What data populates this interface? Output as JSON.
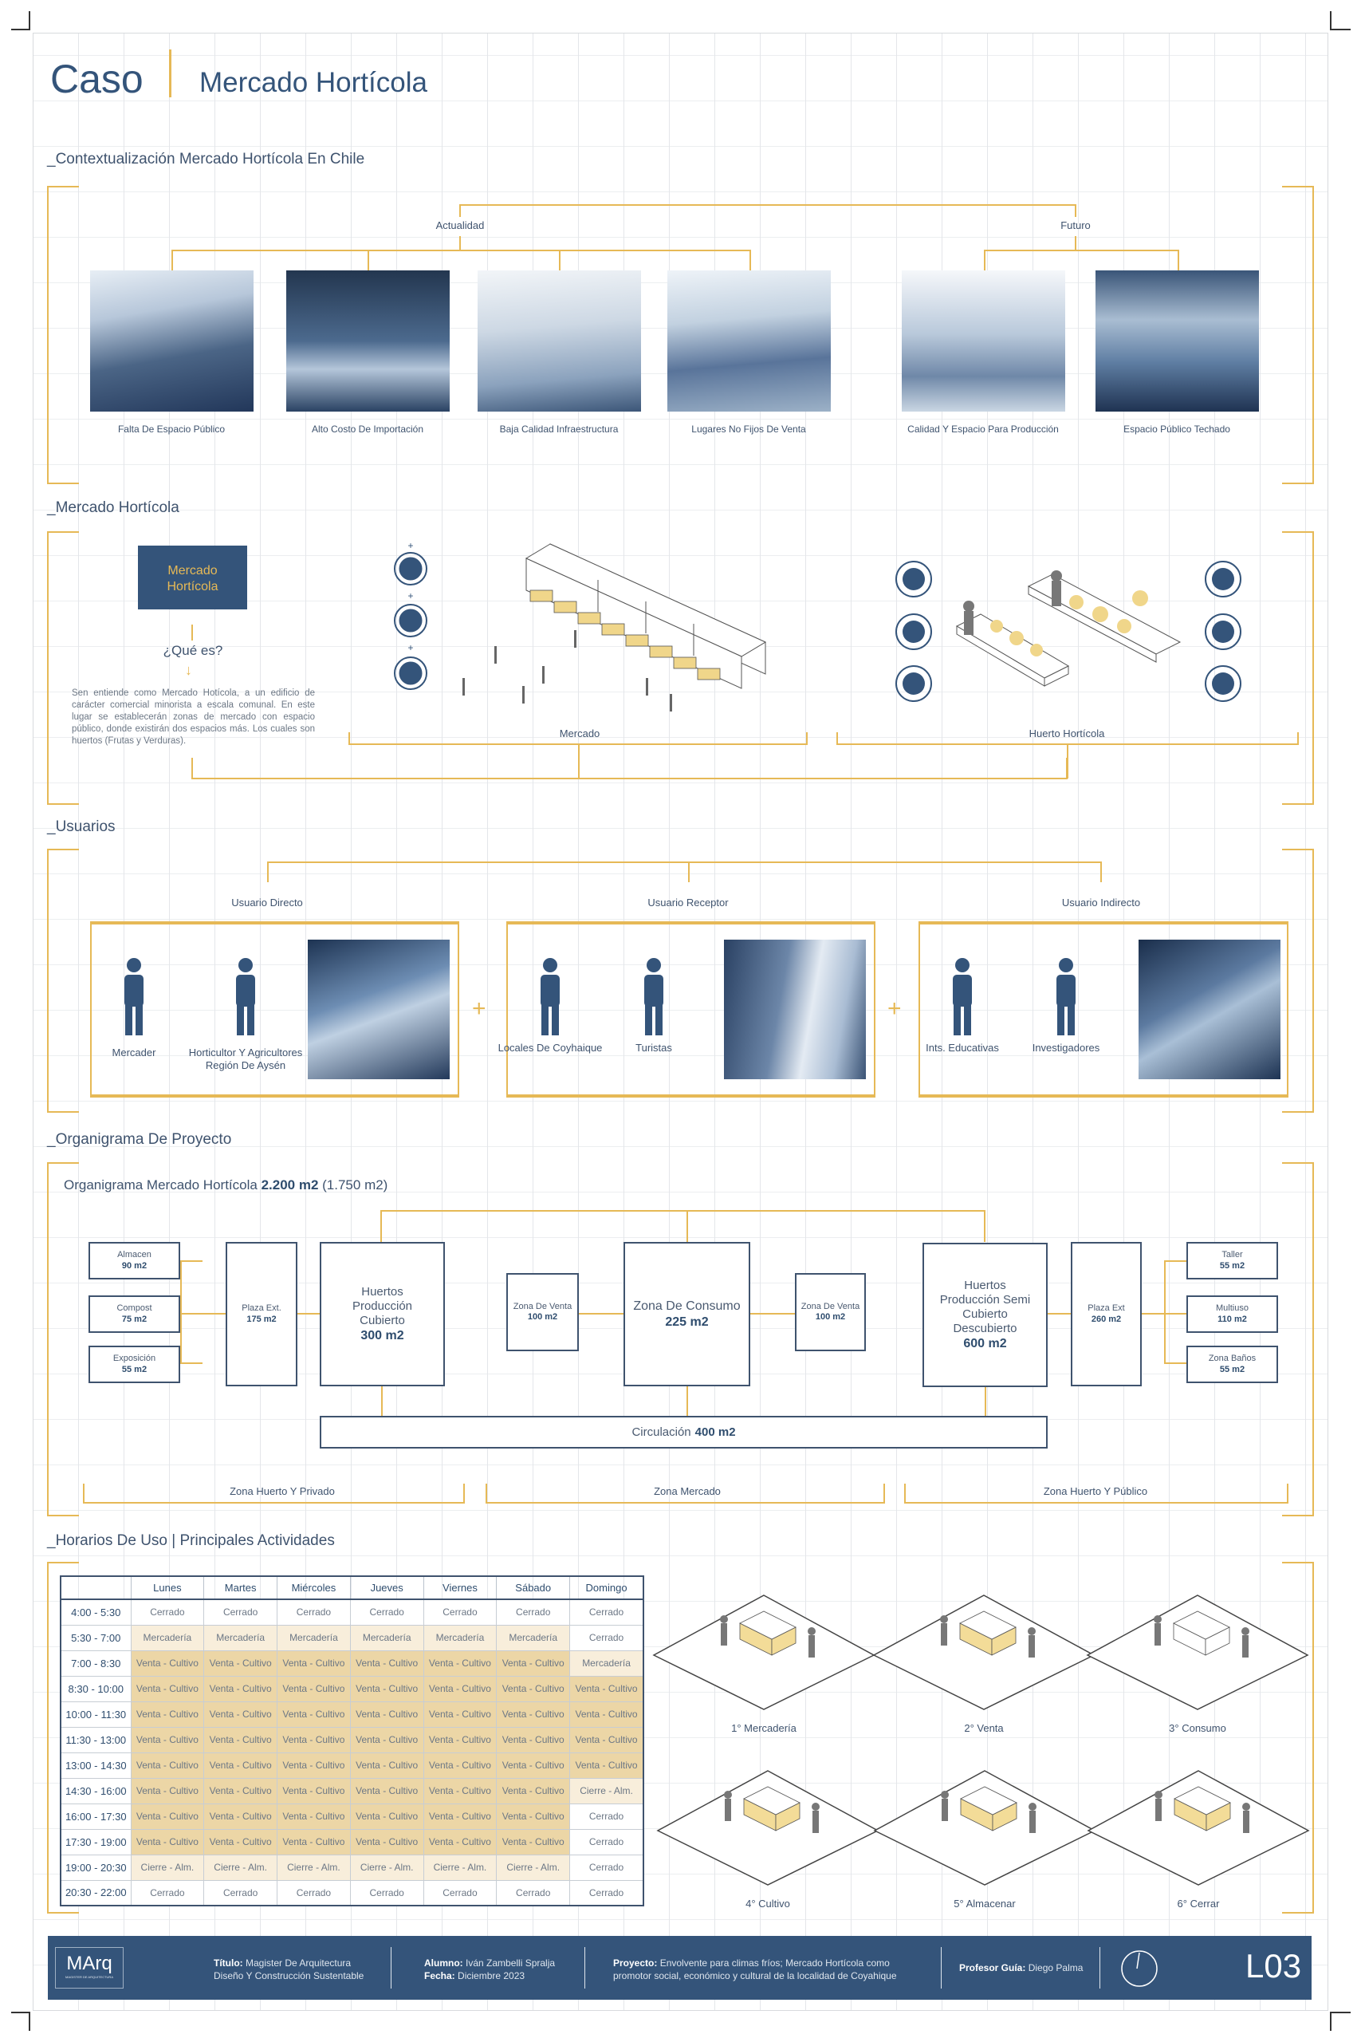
{
  "header": {
    "title": "Caso",
    "subtitle": "Mercado Hortícola"
  },
  "contexto": {
    "heading": "_Contextualización Mercado Hortícola En Chile",
    "group_actual": "Actualidad",
    "group_futuro": "Futuro",
    "photos": [
      {
        "caption": "Falta De Espacio Público"
      },
      {
        "caption": "Alto Costo De Importación"
      },
      {
        "caption": "Baja Calidad Infraestructura"
      },
      {
        "caption": "Lugares No Fijos De Venta"
      },
      {
        "caption": "Calidad Y Espacio Para Producción"
      },
      {
        "caption": "Espacio Público Techado"
      }
    ]
  },
  "mercado": {
    "heading": "_Mercado Hortícola",
    "box_line1": "Mercado",
    "box_line2": "Hortícola",
    "question": "¿Qué es?",
    "description": "Sen entiende como Mercado Hotícola, a un edificio de carácter comercial minorista a escala comunal. En este lugar se establecerán zonas de mercado con espacio público, donde existirán dos espacios más. Los cuales son huertos (Frutas y Verduras).",
    "plus": "+",
    "label_mercado": "Mercado",
    "label_huerto": "Huerto Hortícola",
    "icons": [
      "apple-icon",
      "grapes-icon",
      "cherries-icon",
      "raspberry-icon",
      "carrot-icon",
      "broccoli-icon"
    ]
  },
  "usuarios": {
    "heading": "_Usuarios",
    "plus": "+",
    "groups": [
      {
        "title": "Usuario Directo",
        "items": [
          "Mercader",
          "Horticultor Y Agricultores Región De Aysén"
        ]
      },
      {
        "title": "Usuario Receptor",
        "items": [
          "Locales De Coyhaique",
          "Turistas"
        ]
      },
      {
        "title": "Usuario Indirecto",
        "items": [
          "Ints. Educativas",
          "Investigadores"
        ]
      }
    ]
  },
  "organigrama": {
    "heading": "_Organigrama De Proyecto",
    "subtitle_prefix": "Organigrama Mercado Hortícola",
    "subtitle_total": "2.200 m2",
    "subtitle_paren": "(1.750 m2)",
    "boxes": {
      "almacen": {
        "name": "Almacen",
        "area": "90 m2"
      },
      "compost": {
        "name": "Compost",
        "area": "75 m2"
      },
      "exposicion": {
        "name": "Exposición",
        "area": "55 m2"
      },
      "plaza1": {
        "name": "Plaza Ext.",
        "area": "175 m2"
      },
      "huertos1": {
        "name": "Huertos Producción Cubierto",
        "area": "300 m2"
      },
      "venta1": {
        "name": "Zona De Venta",
        "area": "100 m2"
      },
      "consumo": {
        "name": "Zona De Consumo",
        "area": "225 m2"
      },
      "venta2": {
        "name": "Zona De Venta",
        "area": "100 m2"
      },
      "huertos2": {
        "name": "Huertos Producción Semi Cubierto Descubierto",
        "area": "600 m2"
      },
      "plaza2": {
        "name": "Plaza Ext",
        "area": "260 m2"
      },
      "taller": {
        "name": "Taller",
        "area": "55 m2"
      },
      "multiuso": {
        "name": "Multiuso",
        "area": "110 m2"
      },
      "banos": {
        "name": "Zona Baños",
        "area": "55 m2"
      },
      "circulacion": {
        "name": "Circulación",
        "area": "400 m2"
      }
    },
    "zones": [
      "Zona Huerto Y Privado",
      "Zona Mercado",
      "Zona Huerto Y Público"
    ]
  },
  "horarios": {
    "heading": "_Horarios De Uso | Principales Actividades",
    "days": [
      "Lunes",
      "Martes",
      "Miércoles",
      "Jueves",
      "Viernes",
      "Sábado",
      "Domingo"
    ],
    "rows": [
      {
        "time": "4:00 - 5:30",
        "cells": [
          "Cerrado",
          "Cerrado",
          "Cerrado",
          "Cerrado",
          "Cerrado",
          "Cerrado",
          "Cerrado"
        ]
      },
      {
        "time": "5:30 - 7:00",
        "cells": [
          "Mercadería",
          "Mercadería",
          "Mercadería",
          "Mercadería",
          "Mercadería",
          "Mercadería",
          "Cerrado"
        ]
      },
      {
        "time": "7:00 - 8:30",
        "cells": [
          "Venta - Cultivo",
          "Venta - Cultivo",
          "Venta - Cultivo",
          "Venta - Cultivo",
          "Venta - Cultivo",
          "Venta - Cultivo",
          "Mercadería"
        ]
      },
      {
        "time": "8:30 - 10:00",
        "cells": [
          "Venta - Cultivo",
          "Venta - Cultivo",
          "Venta - Cultivo",
          "Venta - Cultivo",
          "Venta - Cultivo",
          "Venta - Cultivo",
          "Venta - Cultivo"
        ]
      },
      {
        "time": "10:00 - 11:30",
        "cells": [
          "Venta - Cultivo",
          "Venta - Cultivo",
          "Venta - Cultivo",
          "Venta - Cultivo",
          "Venta - Cultivo",
          "Venta - Cultivo",
          "Venta - Cultivo"
        ]
      },
      {
        "time": "11:30 - 13:00",
        "cells": [
          "Venta - Cultivo",
          "Venta - Cultivo",
          "Venta - Cultivo",
          "Venta - Cultivo",
          "Venta - Cultivo",
          "Venta - Cultivo",
          "Venta - Cultivo"
        ]
      },
      {
        "time": "13:00 - 14:30",
        "cells": [
          "Venta - Cultivo",
          "Venta - Cultivo",
          "Venta - Cultivo",
          "Venta - Cultivo",
          "Venta - Cultivo",
          "Venta - Cultivo",
          "Venta - Cultivo"
        ]
      },
      {
        "time": "14:30 - 16:00",
        "cells": [
          "Venta - Cultivo",
          "Venta - Cultivo",
          "Venta - Cultivo",
          "Venta - Cultivo",
          "Venta - Cultivo",
          "Venta - Cultivo",
          "Cierre - Alm."
        ]
      },
      {
        "time": "16:00 - 17:30",
        "cells": [
          "Venta - Cultivo",
          "Venta - Cultivo",
          "Venta - Cultivo",
          "Venta - Cultivo",
          "Venta - Cultivo",
          "Venta - Cultivo",
          "Cerrado"
        ]
      },
      {
        "time": "17:30 - 19:00",
        "cells": [
          "Venta - Cultivo",
          "Venta - Cultivo",
          "Venta - Cultivo",
          "Venta - Cultivo",
          "Venta - Cultivo",
          "Venta - Cultivo",
          "Cerrado"
        ]
      },
      {
        "time": "19:00 - 20:30",
        "cells": [
          "Cierre - Alm.",
          "Cierre - Alm.",
          "Cierre - Alm.",
          "Cierre - Alm.",
          "Cierre - Alm.",
          "Cierre - Alm.",
          "Cerrado"
        ]
      },
      {
        "time": "20:30 - 22:00",
        "cells": [
          "Cerrado",
          "Cerrado",
          "Cerrado",
          "Cerrado",
          "Cerrado",
          "Cerrado",
          "Cerrado"
        ]
      }
    ],
    "activities": [
      "1° Mercadería",
      "2° Venta",
      "3° Consumo",
      "4° Cultivo",
      "5° Almacenar",
      "6° Cerrar"
    ]
  },
  "footer": {
    "logo": "MArq",
    "logo_small": "MAGISTER DE ARQUITECTURA",
    "titulo_label": "Título:",
    "titulo_value_1": "Magister De Arquitectura",
    "titulo_value_2": "Diseño Y Construcción Sustentable",
    "alumno_label": "Alumno:",
    "alumno_value": "Iván  Zambelli Spralja",
    "fecha_label": "Fecha:",
    "fecha_value": "Diciembre 2023",
    "proyecto_label": "Proyecto:",
    "proyecto_value_1": "Envolvente para climas fríos; Mercado Hortícola como",
    "proyecto_value_2": "promotor social, económico y cultural de la localidad de Coyahique",
    "profesor_label": "Profesor Guía:",
    "profesor_value": "Diego Palma",
    "sheet": "L03"
  },
  "colors": {
    "navy": "#34547a",
    "gold": "#e6b956",
    "text": "#3f536e"
  }
}
